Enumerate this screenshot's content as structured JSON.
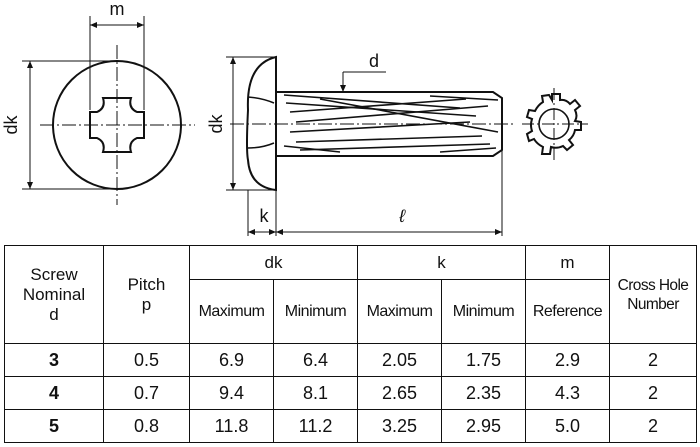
{
  "drawing": {
    "labels": {
      "m": "m",
      "dk_front": "dk",
      "dk_side": "dk",
      "d": "d",
      "k": "k",
      "l": "ℓ"
    }
  },
  "table": {
    "header": {
      "screw": [
        "Screw",
        "Nominal",
        "d"
      ],
      "pitch": [
        "Pitch",
        "p"
      ],
      "dk": "dk",
      "k": "k",
      "m": "m",
      "cross_hole": [
        "Cross Hole",
        "Number"
      ],
      "dk_max": "Maximum",
      "dk_min": "Minimum",
      "k_max": "Maximum",
      "k_min": "Minimum",
      "m_ref": "Reference"
    },
    "rows": [
      {
        "nominal": "3",
        "pitch": "0.5",
        "dk_max": "6.9",
        "dk_min": "6.4",
        "k_max": "2.05",
        "k_min": "1.75",
        "m_ref": "2.9",
        "cross_hole": "2"
      },
      {
        "nominal": "4",
        "pitch": "0.7",
        "dk_max": "9.4",
        "dk_min": "8.1",
        "k_max": "2.65",
        "k_min": "2.35",
        "m_ref": "4.3",
        "cross_hole": "2"
      },
      {
        "nominal": "5",
        "pitch": "0.8",
        "dk_max": "11.8",
        "dk_min": "11.2",
        "k_max": "3.25",
        "k_min": "2.95",
        "m_ref": "5.0",
        "cross_hole": "2"
      }
    ]
  }
}
